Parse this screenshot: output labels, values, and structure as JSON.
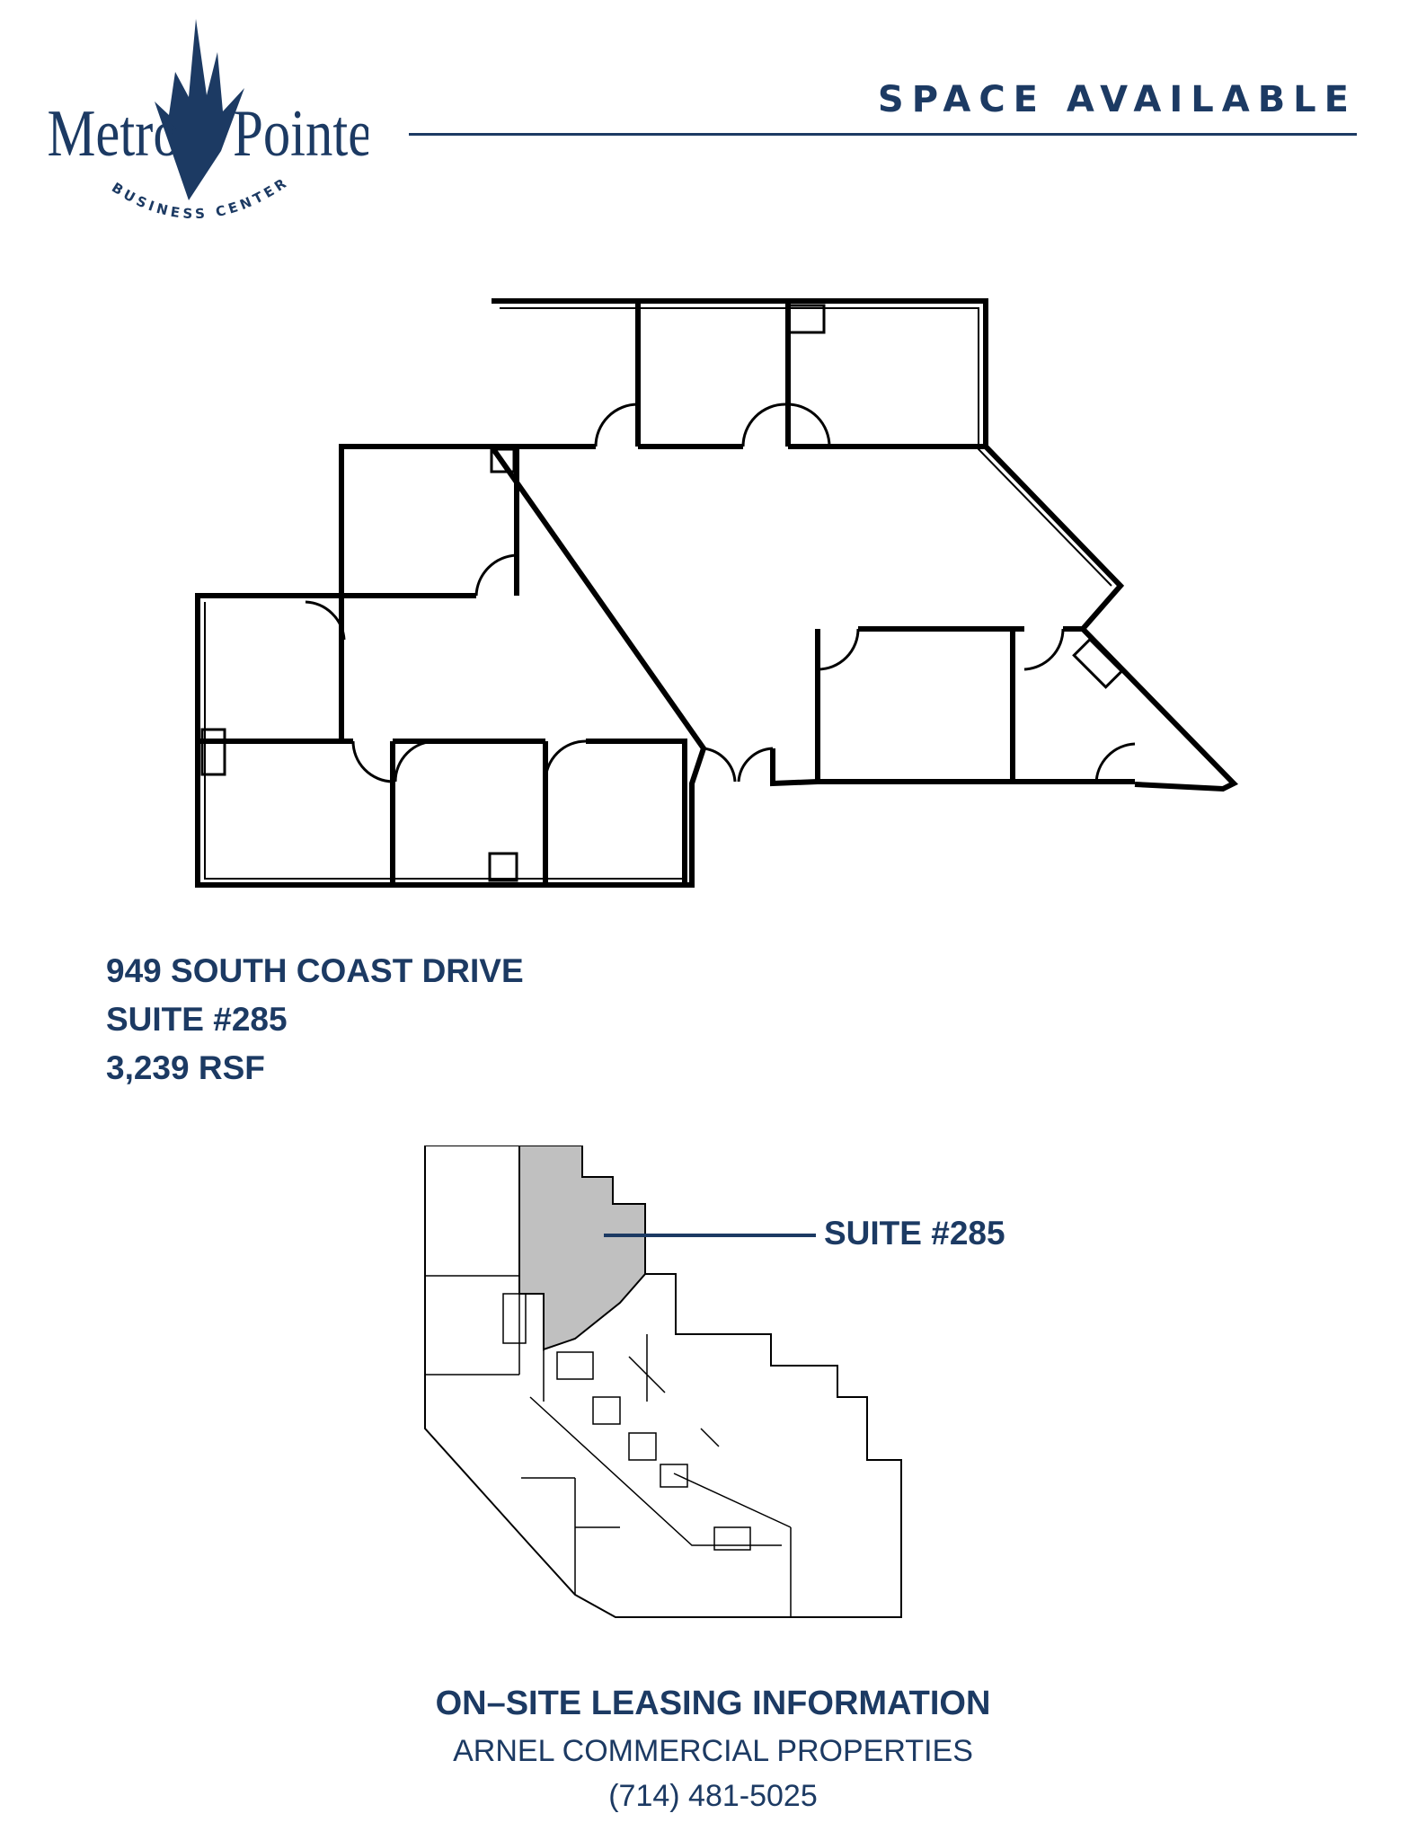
{
  "logo": {
    "word_left": "Metro",
    "word_right": "Pointe",
    "tagline": "BUSINESS CENTER"
  },
  "header": {
    "title": "SPACE AVAILABLE"
  },
  "property": {
    "address": "949 SOUTH COAST DRIVE",
    "suite": "SUITE #285",
    "area": "3,239 RSF"
  },
  "key_plan": {
    "callout": "SUITE #285"
  },
  "footer": {
    "heading": "ON–SITE LEASING INFORMATION",
    "company": "ARNEL COMMERCIAL PROPERTIES",
    "phone": "(714) 481-5025"
  },
  "colors": {
    "brand": "#1c3a63",
    "highlight": "#c0c0c0",
    "wall": "#000000"
  }
}
